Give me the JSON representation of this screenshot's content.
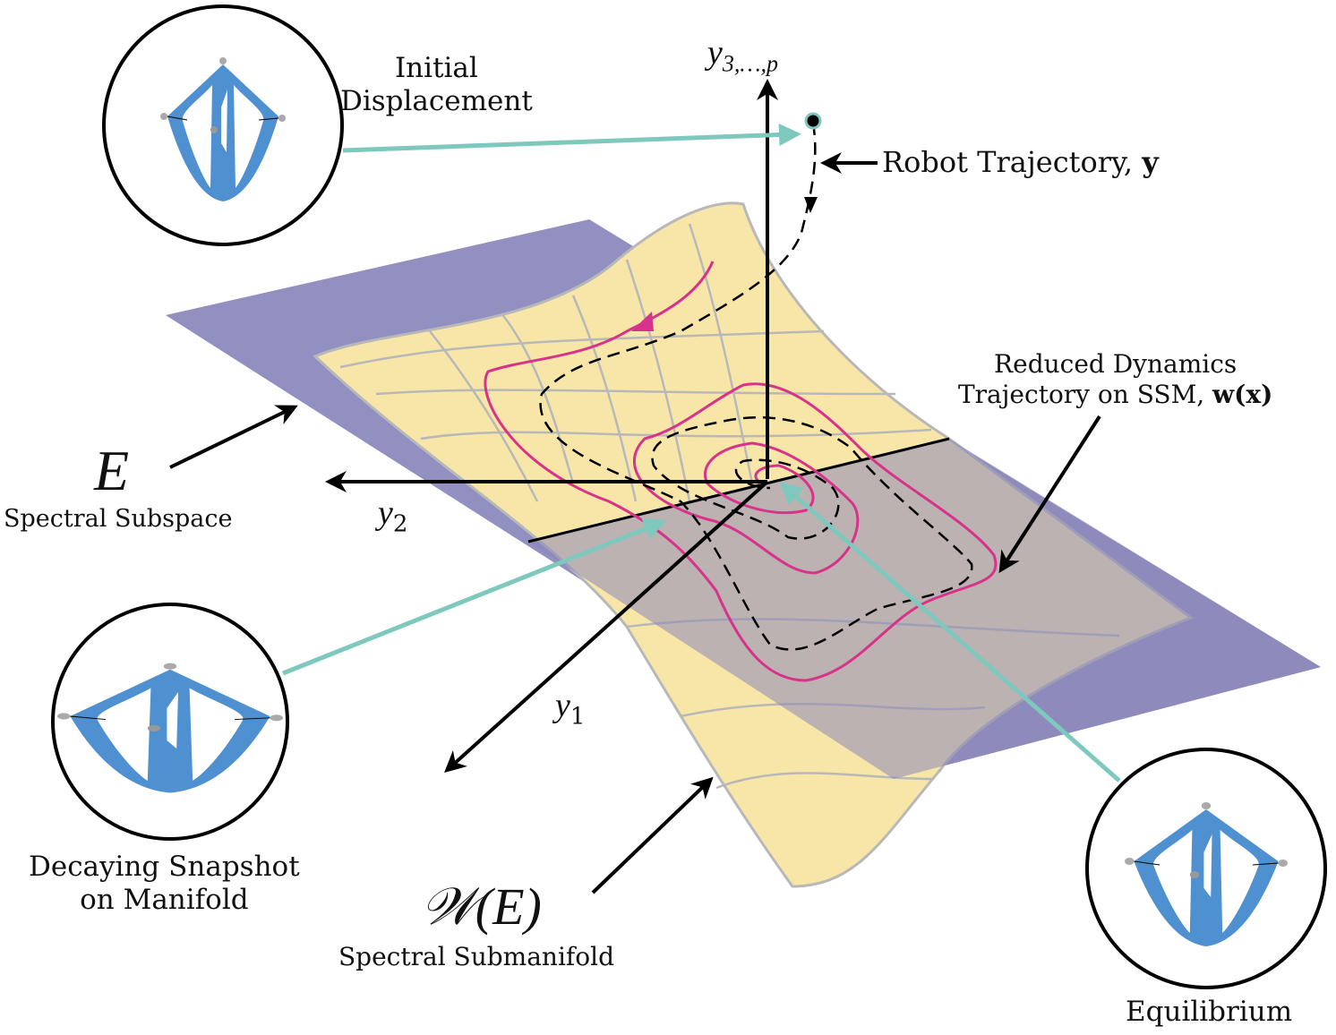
{
  "labels": {
    "initial_displacement": [
      "Initial",
      "Displacement"
    ],
    "y3p": "y",
    "y3p_sub": "3,…,p",
    "robot_trajectory": "Robot Trajectory, ",
    "robot_trajectory_var": "y",
    "reduced_dynamics": [
      "Reduced Dynamics",
      "Trajectory on SSM, "
    ],
    "reduced_dynamics_var": "w(x)",
    "E": "E",
    "spectral_subspace": "Spectral Subspace",
    "y2": "y",
    "y2_sub": "2",
    "y1": "y",
    "y1_sub": "1",
    "decaying_snapshot": [
      "Decaying Snapshot",
      "on Manifold"
    ],
    "WE": "𝒲(E)",
    "spectral_submanifold": "Spectral Submanifold",
    "equilibrium": "Equilibrium"
  },
  "colors": {
    "subspace": "#9290c0",
    "manifold": "#f7e6a8",
    "trajectory_ssm": "#d8338a",
    "pointer": "#7ec8be",
    "robot": "#4e90d0"
  }
}
